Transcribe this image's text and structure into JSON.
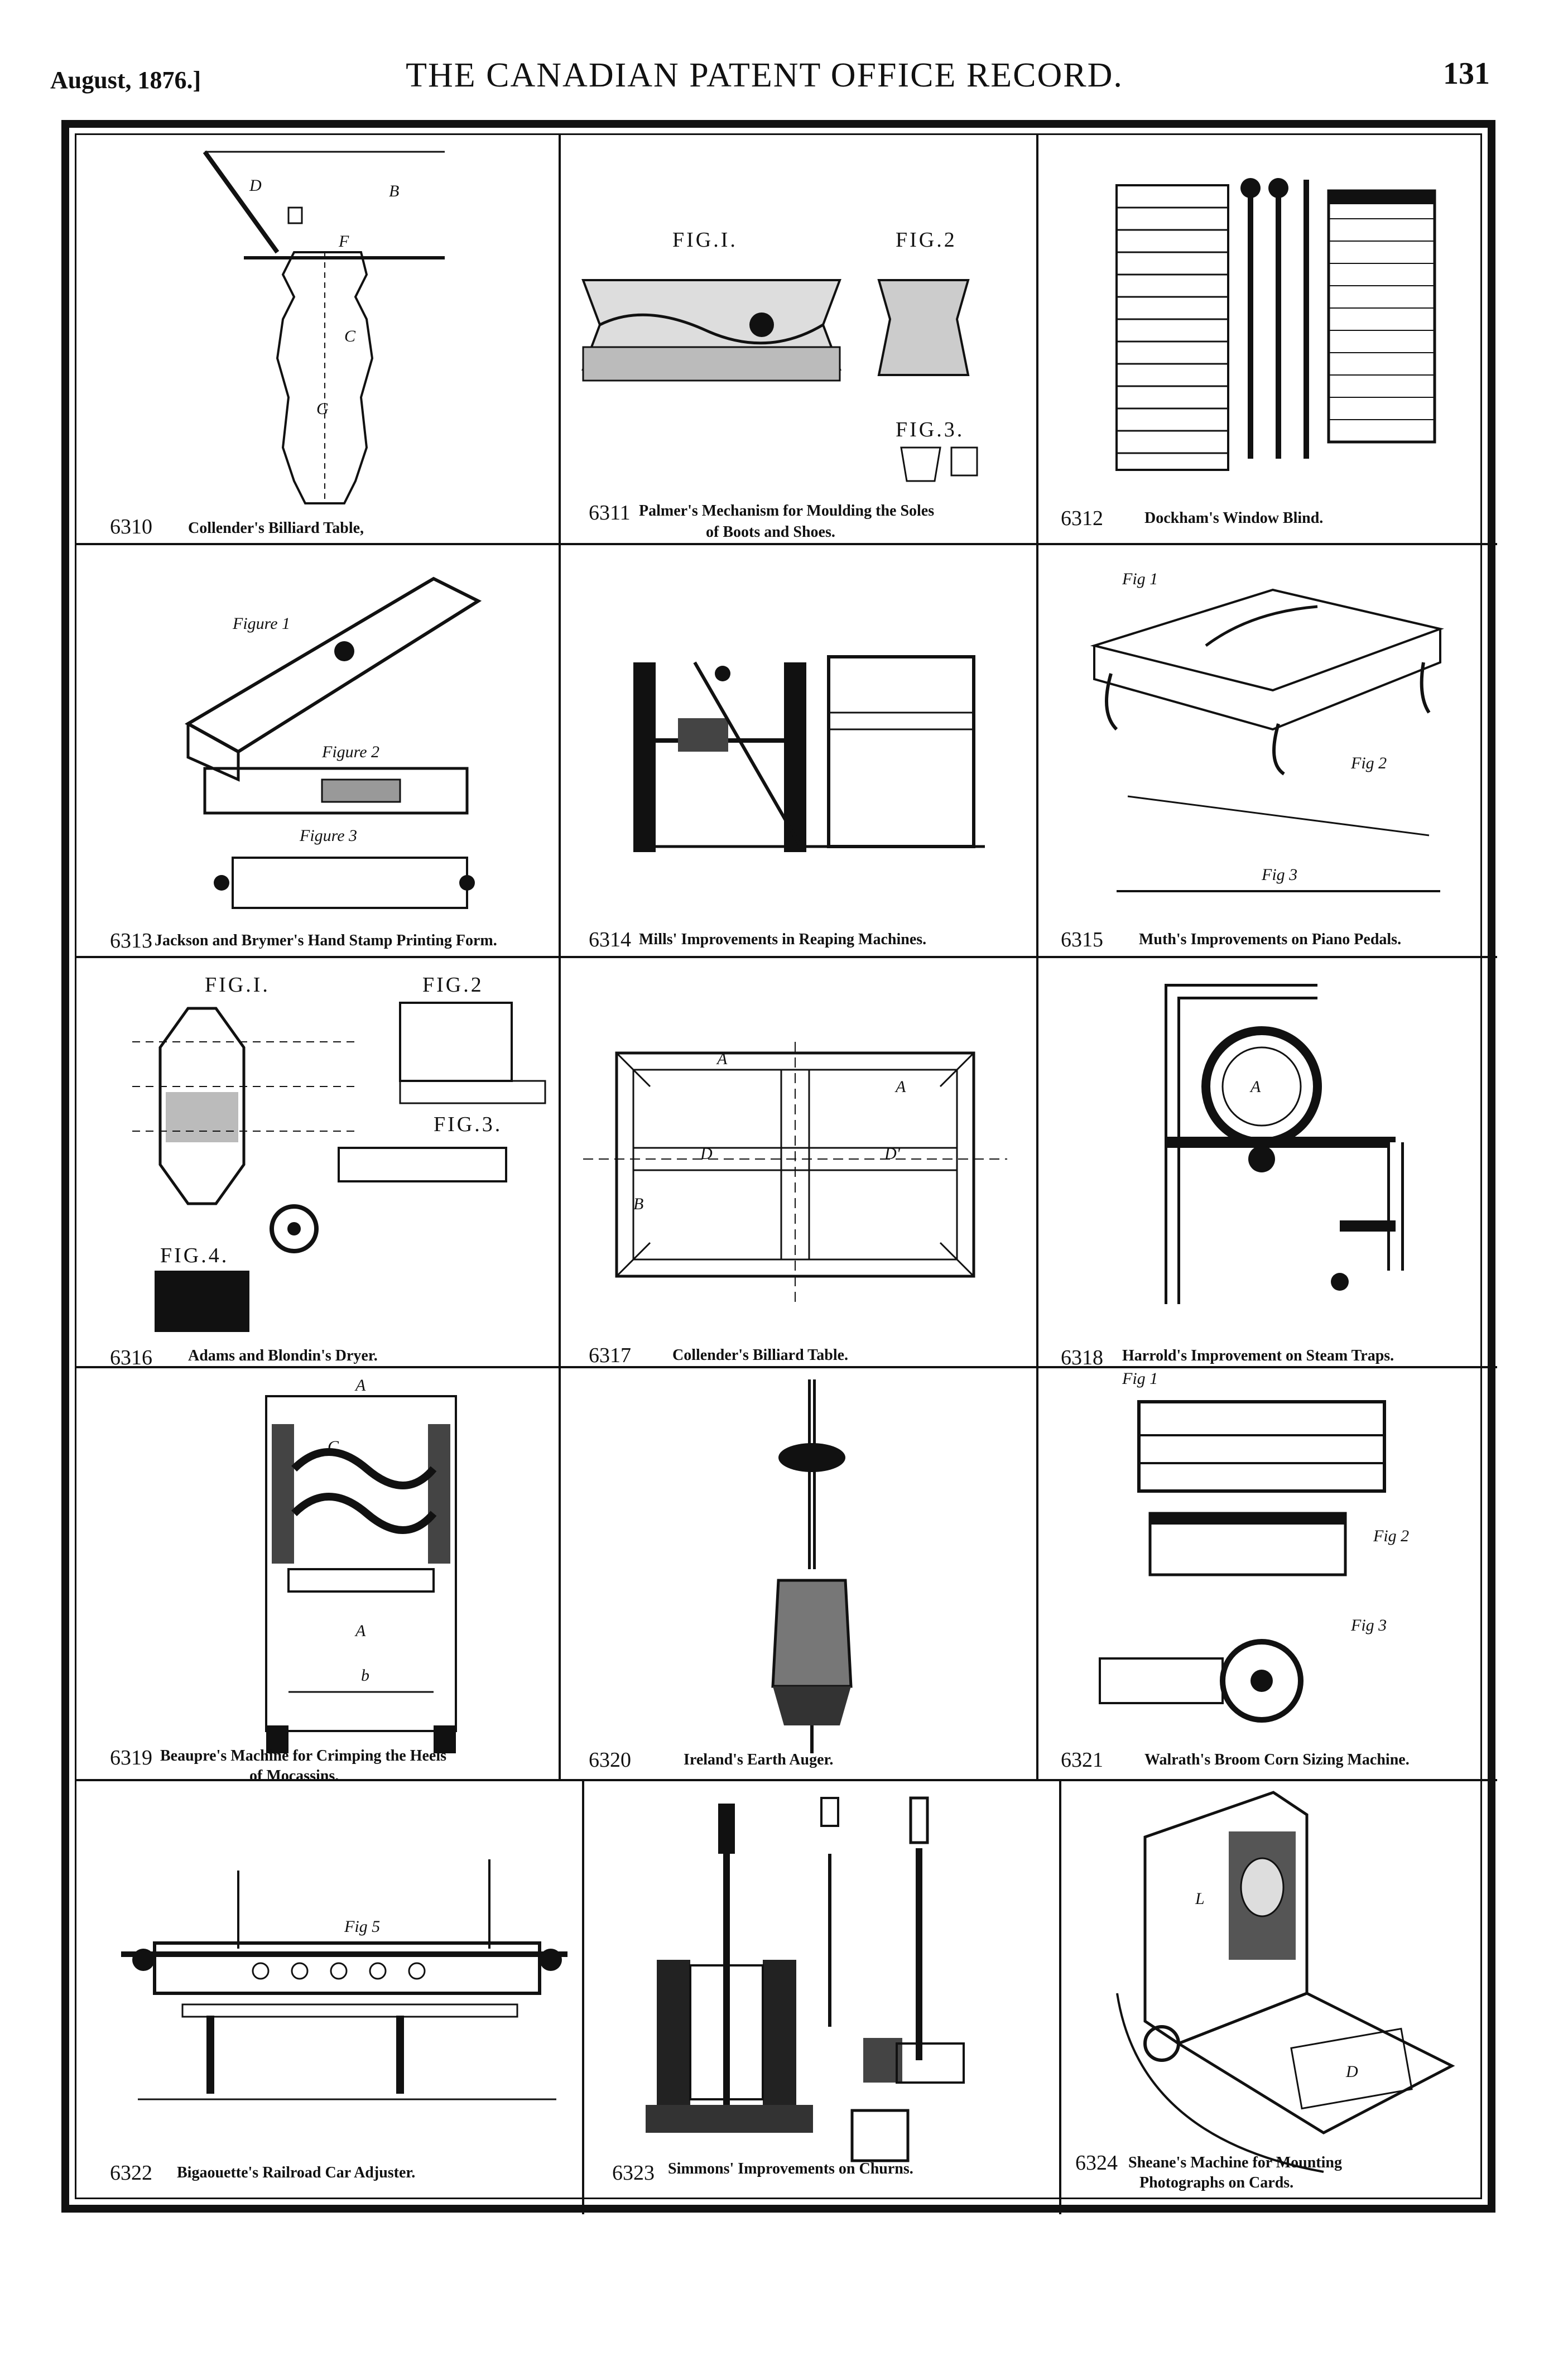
{
  "header": {
    "date": "August, 1876.]",
    "title": "THE CANADIAN PATENT OFFICE RECORD.",
    "page": "131"
  },
  "patents": [
    {
      "number": "6310",
      "caption": "Collender's Billiard Table,",
      "caption2": ""
    },
    {
      "number": "6311",
      "caption": "Palmer's Mechanism for Moulding the Soles",
      "caption2": "of Boots and Shoes."
    },
    {
      "number": "6312",
      "caption": "Dockham's Window Blind.",
      "caption2": ""
    },
    {
      "number": "6313",
      "caption": "Jackson and Brymer's Hand Stamp Printing Form.",
      "caption2": ""
    },
    {
      "number": "6314",
      "caption": "Mills' Improvements in Reaping Machines.",
      "caption2": ""
    },
    {
      "number": "6315",
      "caption": "Muth's Improvements on Piano Pedals.",
      "caption2": ""
    },
    {
      "number": "6316",
      "caption": "Adams and Blondin's Dryer.",
      "caption2": ""
    },
    {
      "number": "6317",
      "caption": "Collender's Billiard Table.",
      "caption2": ""
    },
    {
      "number": "6318",
      "caption": "Harrold's Improvement on Steam Traps.",
      "caption2": ""
    },
    {
      "number": "6319",
      "caption": "Beaupre's Machine for Crimping the Heels",
      "caption2": "of Mocassins."
    },
    {
      "number": "6320",
      "caption": "Ireland's Earth Auger.",
      "caption2": ""
    },
    {
      "number": "6321",
      "caption": "Walrath's Broom Corn Sizing Machine.",
      "caption2": ""
    },
    {
      "number": "6322",
      "caption": "Bigaouette's Railroad Car Adjuster.",
      "caption2": ""
    },
    {
      "number": "6323",
      "caption": "Simmons' Improvements on Churns.",
      "caption2": ""
    },
    {
      "number": "6324",
      "caption": "Sheane's Machine for Mounting",
      "caption2": "Photographs on Cards."
    }
  ],
  "figure_labels": {
    "fig1": "FIG.I.",
    "fig2": "FIG.2",
    "fig3": "FIG.3.",
    "fig4": "FIG.4.",
    "figure1": "Figure 1",
    "figure2": "Figure 2",
    "figure3": "Figure 3",
    "fig5": "Fig 5",
    "fig1b": "Fig 1",
    "fig2b": "Fig 2",
    "fig3b": "Fig 3"
  }
}
